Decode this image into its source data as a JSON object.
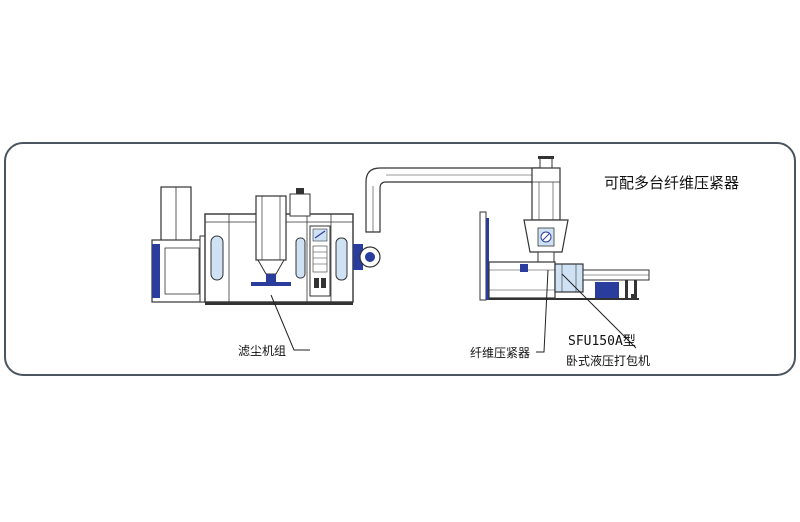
{
  "labels": {
    "title": "可配多台纤维压紧器",
    "dust_filter_unit": "滤尘机组",
    "fiber_compactor": "纤维压紧器",
    "baler_model": "SFU150A型",
    "baler_name": "卧式液压打包机"
  },
  "colors": {
    "frame": "#4a5560",
    "line": "#333333",
    "accent_blue": "#2a3d9c",
    "light_blue": "#cfe2f4",
    "duct_fill": "#ffffff"
  }
}
